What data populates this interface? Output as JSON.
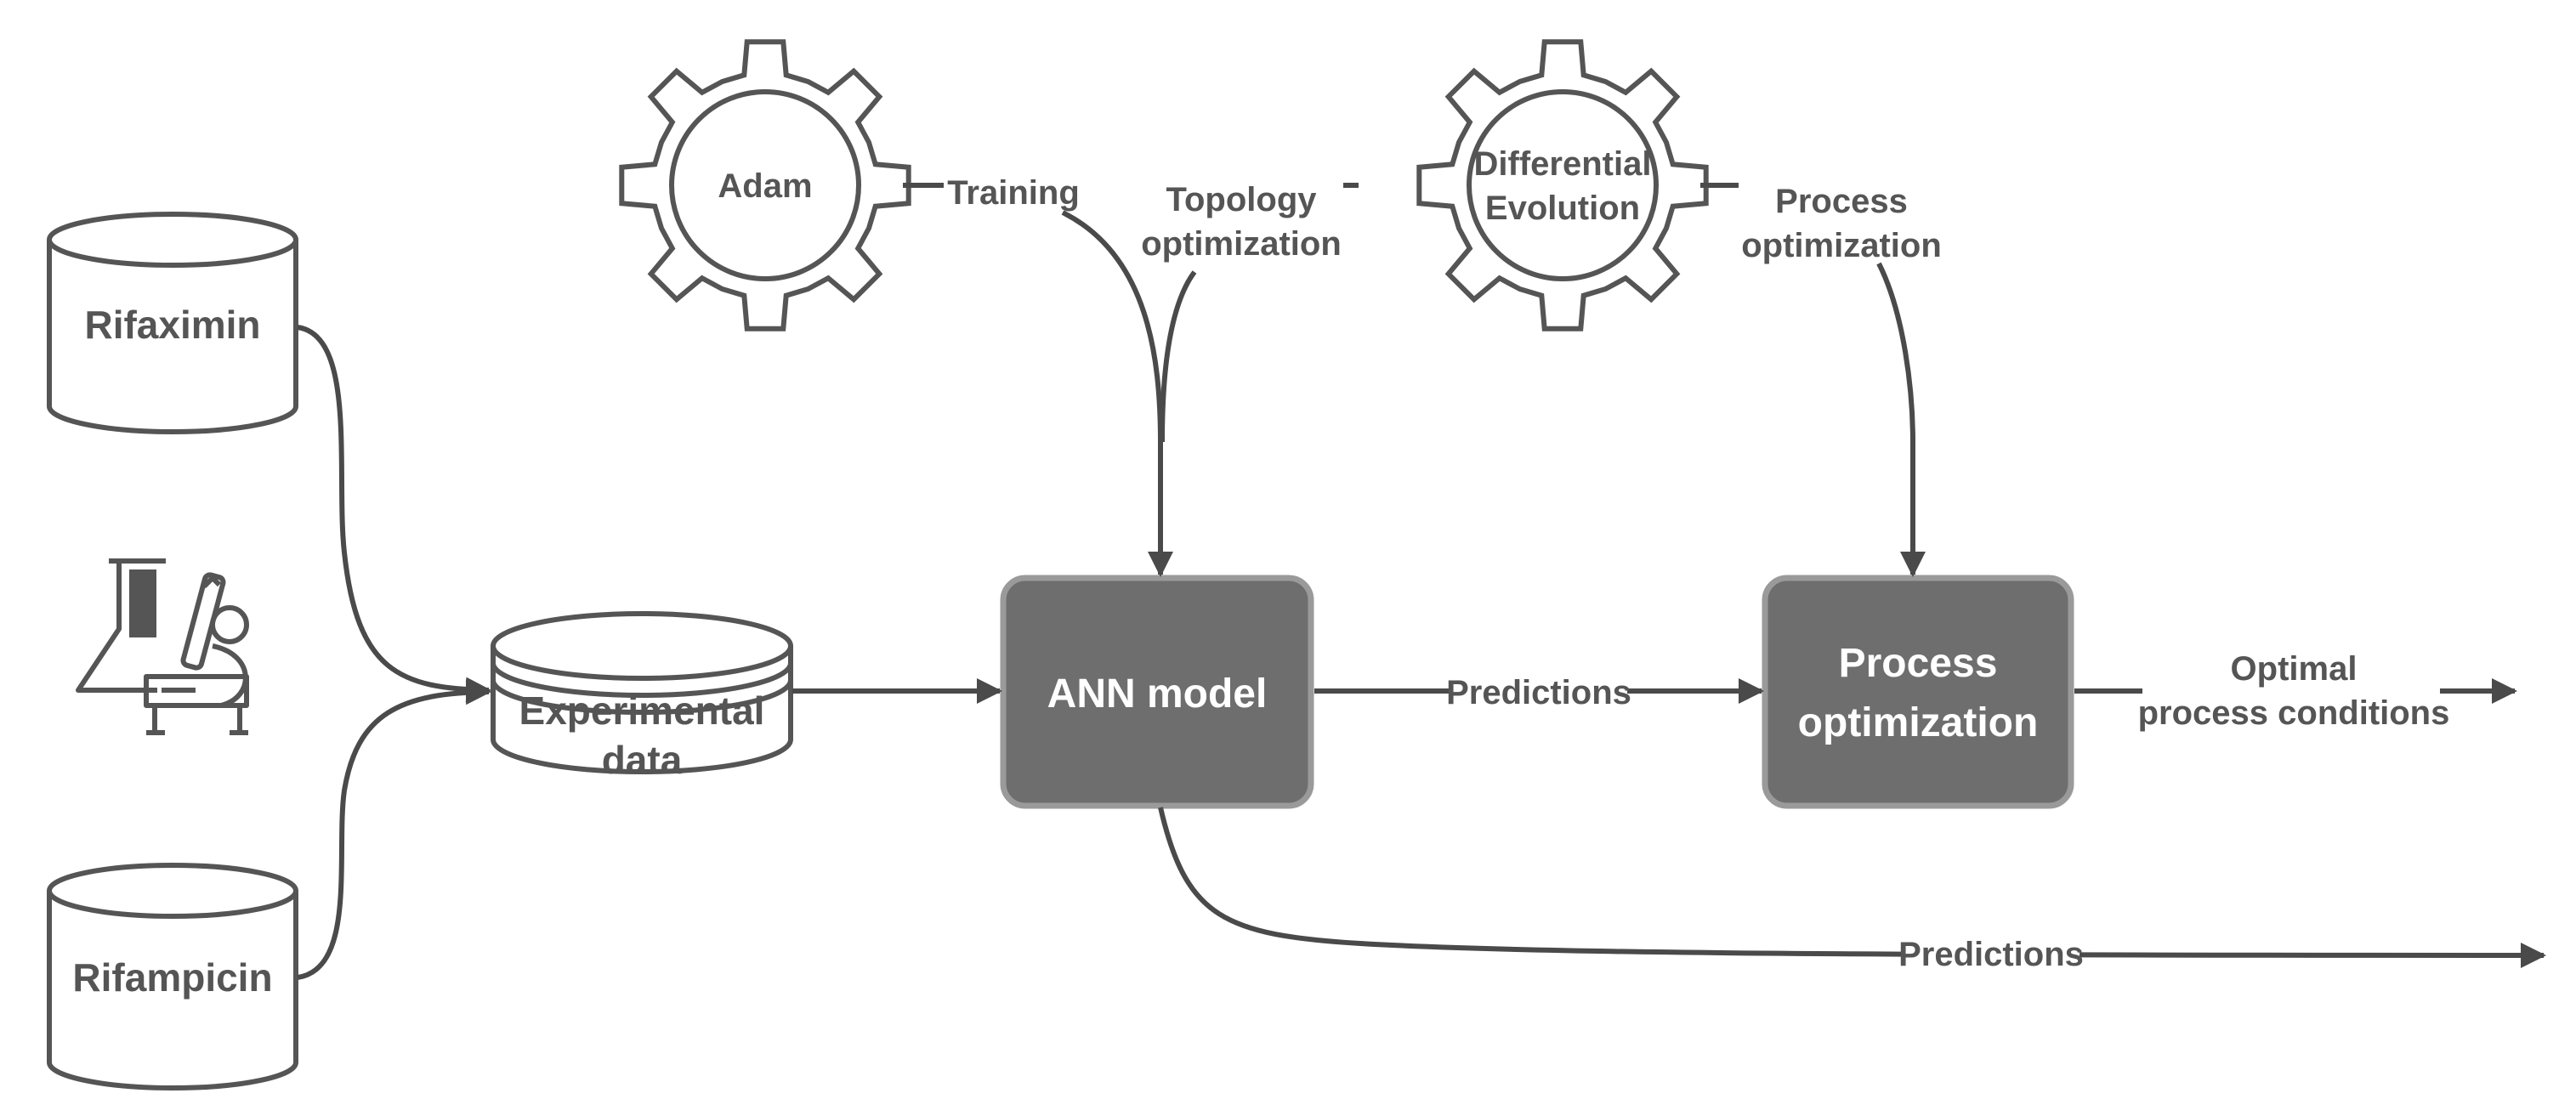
{
  "nodes": {
    "rifaximin": "Rifaximin",
    "rifampicin": "Rifampicin",
    "experimental_data": [
      "Experimental",
      "data"
    ],
    "ann_model": "ANN model",
    "process_optimization": [
      "Process",
      "optimization"
    ],
    "adam": "Adam",
    "differential_evolution": [
      "Differential",
      "Evolution"
    ]
  },
  "edge_labels": {
    "training": "Training",
    "topology_optimization": [
      "Topology",
      "optimization"
    ],
    "process_optimization": [
      "Process",
      "optimization"
    ],
    "predictions_mid": "Predictions",
    "predictions_bottom": "Predictions",
    "optimal_conditions": [
      "Optimal",
      "process conditions"
    ]
  },
  "icons": [
    "lab-flask-microscope-icon",
    "gear-icon"
  ],
  "colors": {
    "box_fill": "#6e6e6e",
    "box_border": "#9a9a9a",
    "line": "#4a4a4a",
    "text": "#555555"
  }
}
